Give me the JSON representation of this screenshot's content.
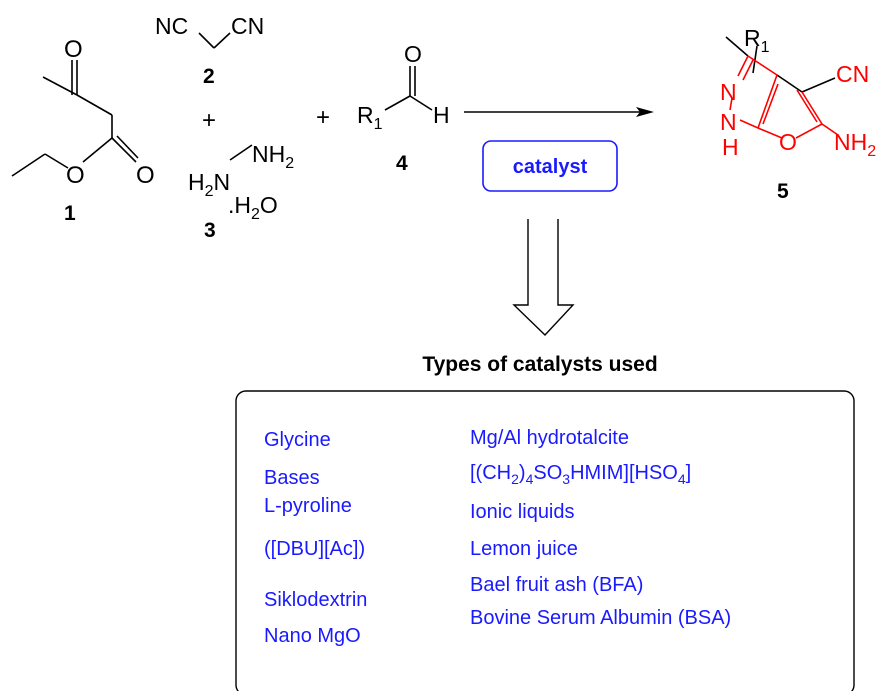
{
  "reactants": {
    "compound1": {
      "number": "1",
      "atoms": {
        "keto_o": "O",
        "ester_o1": "O",
        "ester_o2": "O"
      }
    },
    "compound2": {
      "number": "2",
      "left": "NC",
      "right": "CN"
    },
    "compound3": {
      "number": "3",
      "nh2": "NH",
      "nh2_sub": "2",
      "h2n": "H",
      "h2n_sub": "2",
      "n": "N",
      "hydrate_pre": ".H",
      "hydrate_sub": "2",
      "hydrate_post": "O"
    },
    "compound4": {
      "number": "4",
      "o": "O",
      "r": "R",
      "r_sub": "1",
      "h": "H"
    }
  },
  "plus_signs": {
    "p1": "+",
    "p2": "+"
  },
  "catalyst_label": "catalyst",
  "product": {
    "number": "5",
    "r": "R",
    "r_sub": "1",
    "cn": "CN",
    "nh2": "NH",
    "nh2_sub": "2",
    "n1": "N",
    "n2": "N",
    "h": "H",
    "o": "O"
  },
  "catalysts": {
    "title": "Types of catalysts used",
    "left_column": [
      "Glycine",
      "Bases",
      "L-pyroline",
      "([DBU][Ac])",
      "Siklodextrin",
      "Nano MgO"
    ],
    "right_column": [
      {
        "parts": [
          "Mg/Al hydrotalcite"
        ]
      },
      {
        "parts": [
          "[(CH",
          "2",
          ")",
          "4",
          "SO",
          "3",
          "HMIM][HSO",
          "4",
          "]"
        ]
      },
      {
        "parts": [
          "Ionic liquids"
        ]
      },
      {
        "parts": [
          "Lemon juice"
        ]
      },
      {
        "parts": [
          "Bael fruit ash (BFA)"
        ]
      },
      {
        "parts": [
          "Bovine Serum Albumin (BSA)"
        ]
      }
    ]
  },
  "colors": {
    "product": "#ff0000",
    "catalyst_text": "#1a1aff",
    "catalyst_box": "#1a1aff",
    "ink": "#000000"
  }
}
